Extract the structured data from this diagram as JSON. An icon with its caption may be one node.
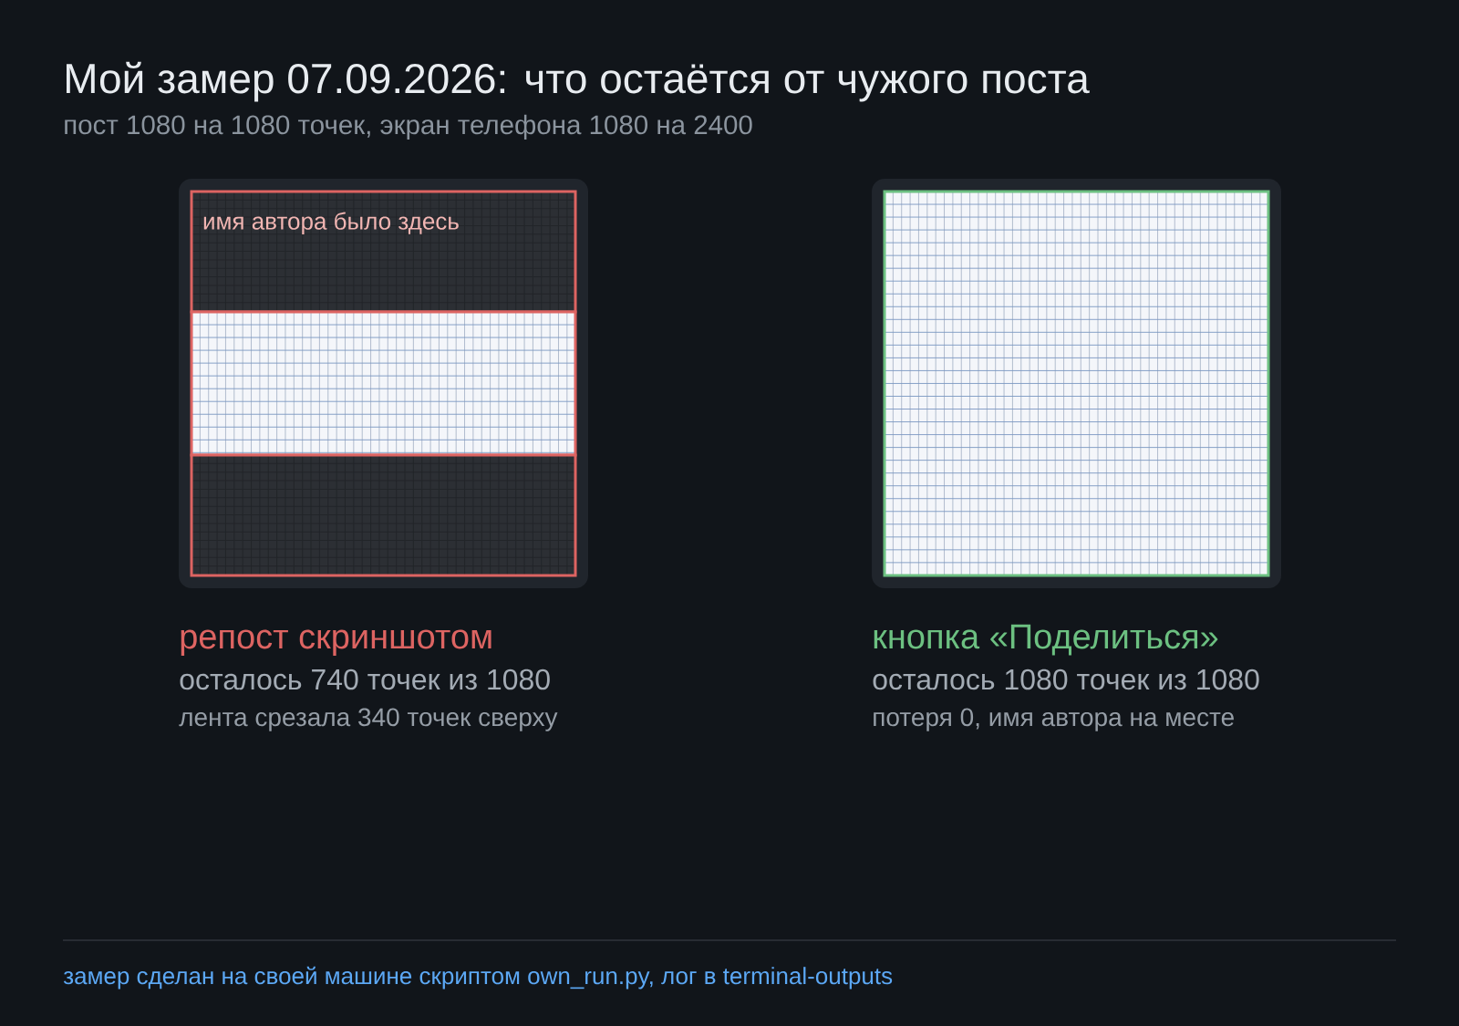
{
  "diagram": {
    "title": "Мой замер 07.09.2026: что остаётся от чужого поста",
    "nodes": [
      {
        "text": [],
        "shape": "box",
        "beside": [
          "репост скриншотом",
          "осталось 740 точек из 1080",
          "лента срезала 340 точек сверху"
        ]
      },
      {
        "text": [
          "имя автора было здесь"
        ],
        "in": 0
      },
      {
        "text": [],
        "shape": "box",
        "in": 0
      },
      {
        "text": [],
        "shape": "box",
        "in": 0
      },
      {
        "text": [],
        "shape": "box",
        "beside": [
          "кнопка «Поделиться»",
          "осталось 1080 точек из 1080",
          "потеря 0, имя автора на месте"
        ]
      },
      {
        "text": [],
        "shape": "box",
        "in": 4
      }
    ],
    "labels": [
      "пост 1080 на 1080 точек, экран телефона 1080 на 2400",
      "замер сделан на своей машине скриптом own_run.py, лог в terminal-outputs"
    ]
  }
}
